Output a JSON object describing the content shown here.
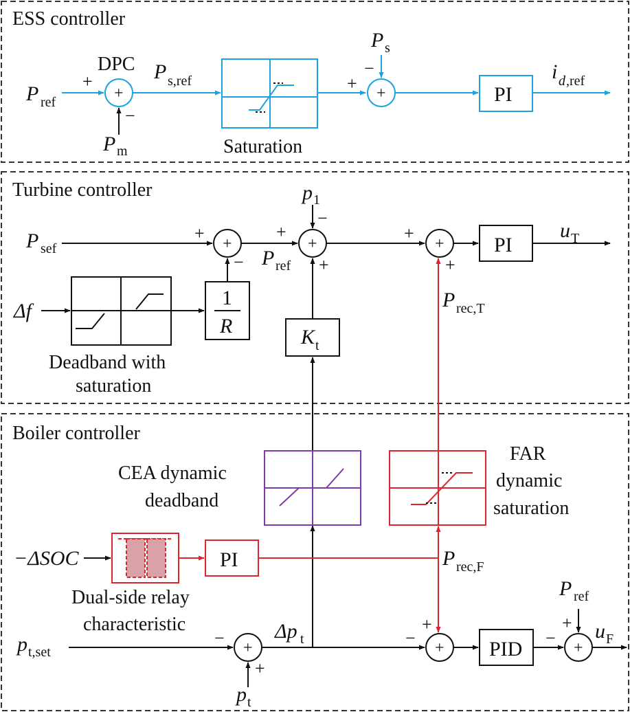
{
  "sections": {
    "ess_title": "ESS controller",
    "turbine_title": "Turbine controller",
    "boiler_title": "Boiler controller"
  },
  "ess": {
    "p_ref_main": "P",
    "p_ref_sub": "ref",
    "dpc": "DPC",
    "p_m_main": "P",
    "p_m_sub": "m",
    "p_sref_main": "P",
    "p_sref_sub": "s,ref",
    "saturation": "Saturation",
    "p_s_main": "P",
    "p_s_sub": "s",
    "pi": "PI",
    "i_dref_main": "i",
    "i_dref_sub_d": "d",
    "i_dref_sub": ",ref"
  },
  "turbine": {
    "p_sef_main": "P",
    "p_sef_sub": "sef",
    "delta_f": "Δf",
    "deadband_line1": "Deadband with",
    "deadband_line2": "saturation",
    "one": "1",
    "r": "R",
    "p_ref_main": "P",
    "p_ref_sub": "ref",
    "p1_main": "p",
    "p1_sub": "1",
    "kt_main": "K",
    "kt_sub": "t",
    "p_recT_main": "P",
    "p_recT_sub": "rec,T",
    "pi": "PI",
    "ut_main": "u",
    "ut_sub": "T"
  },
  "boiler": {
    "cea_line1": "CEA dynamic",
    "cea_line2": "deadband",
    "far_line1": "FAR",
    "far_line2": "dynamic",
    "far_line3": "saturation",
    "soc_label": "−ΔSOC",
    "relay_line1": "Dual-side relay",
    "relay_line2": "characteristic",
    "pi": "PI",
    "p_recF_main": "P",
    "p_recF_sub": "rec,F",
    "pt_set_main": "p",
    "pt_set_sub": "t,set",
    "delta_pt_main": "Δp",
    "delta_pt_sub": "t",
    "pt_main": "p",
    "pt_sub": "t",
    "pid": "PID",
    "p_ref_main": "P",
    "p_ref_sub": "ref",
    "uf_main": "u",
    "uf_sub": "F"
  },
  "signs": {
    "plus": "+",
    "minus": "−",
    "circle_plus": "+"
  },
  "colors": {
    "black": "#111111",
    "cyan": "#1aa3e0",
    "red": "#e0242e",
    "purple": "#7d3aa8",
    "relay_fill": "#d9a2a6"
  }
}
